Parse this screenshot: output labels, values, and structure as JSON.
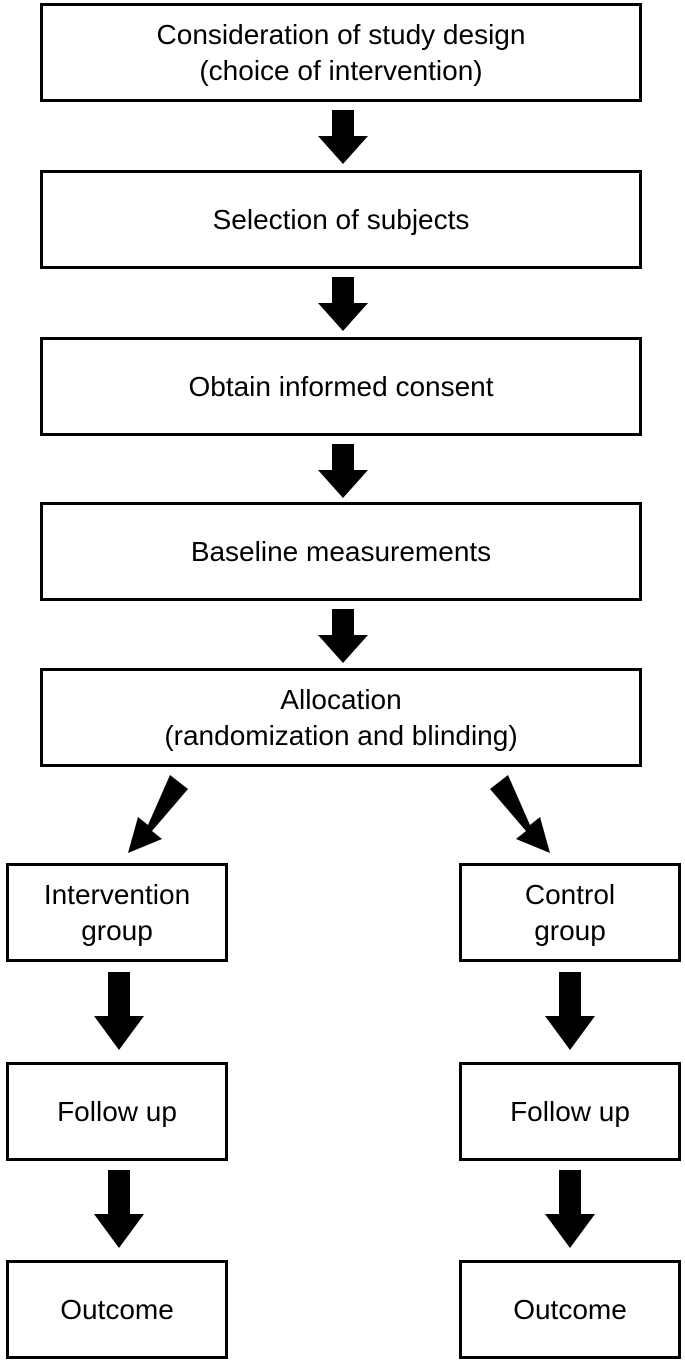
{
  "steps": {
    "design": {
      "line1": "Consideration of study design",
      "line2": "(choice of intervention)"
    },
    "selection": {
      "line1": "Selection of subjects"
    },
    "consent": {
      "line1": "Obtain informed consent"
    },
    "baseline": {
      "line1": "Baseline measurements"
    },
    "allocation": {
      "line1": "Allocation",
      "line2": "(randomization and blinding)"
    }
  },
  "intervention_arm": {
    "group": {
      "line1": "Intervention",
      "line2": "group"
    },
    "follow_up": "Follow up",
    "outcome": "Outcome"
  },
  "control_arm": {
    "group": {
      "line1": "Control",
      "line2": "group"
    },
    "follow_up": "Follow up",
    "outcome": "Outcome"
  },
  "colors": {
    "border": "#000000",
    "arrow": "#000000",
    "background": "#ffffff"
  }
}
